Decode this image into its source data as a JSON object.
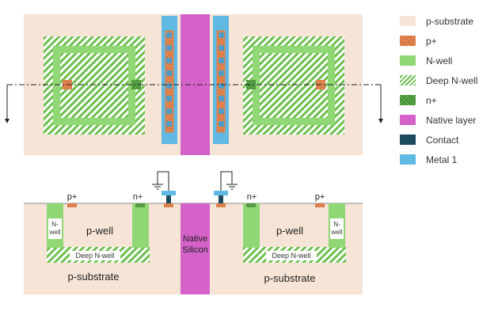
{
  "colors": {
    "p_substrate": "#f6e4d6",
    "p_plus": "#d2713d",
    "n_well": "#90d775",
    "deep_n_well": "#6ec04f",
    "n_plus": "#3f8a33",
    "native_layer": "#d462c9",
    "contact": "#1b4a5c",
    "metal1": "#5fb9e2"
  },
  "legend": {
    "items": [
      {
        "key": "p_substrate",
        "label": "p-substrate"
      },
      {
        "key": "p_plus",
        "label": "p+"
      },
      {
        "key": "n_well",
        "label": "N-well"
      },
      {
        "key": "deep_n_well",
        "label": "Deep N-well"
      },
      {
        "key": "n_plus",
        "label": "n+"
      },
      {
        "key": "native_layer",
        "label": "Native layer"
      },
      {
        "key": "contact",
        "label": "Contact"
      },
      {
        "key": "metal1",
        "label": "Metal 1"
      }
    ]
  },
  "cross_section": {
    "p_plus_label": "p+",
    "n_plus_label": "n+",
    "n_well_label_line1": "N-",
    "n_well_label_line2": "well",
    "p_well_label": "p-well",
    "deep_n_well_label": "Deep N-well",
    "p_substrate_label": "p-substrate",
    "native_label_line1": "Native",
    "native_label_line2": "Silicon"
  }
}
